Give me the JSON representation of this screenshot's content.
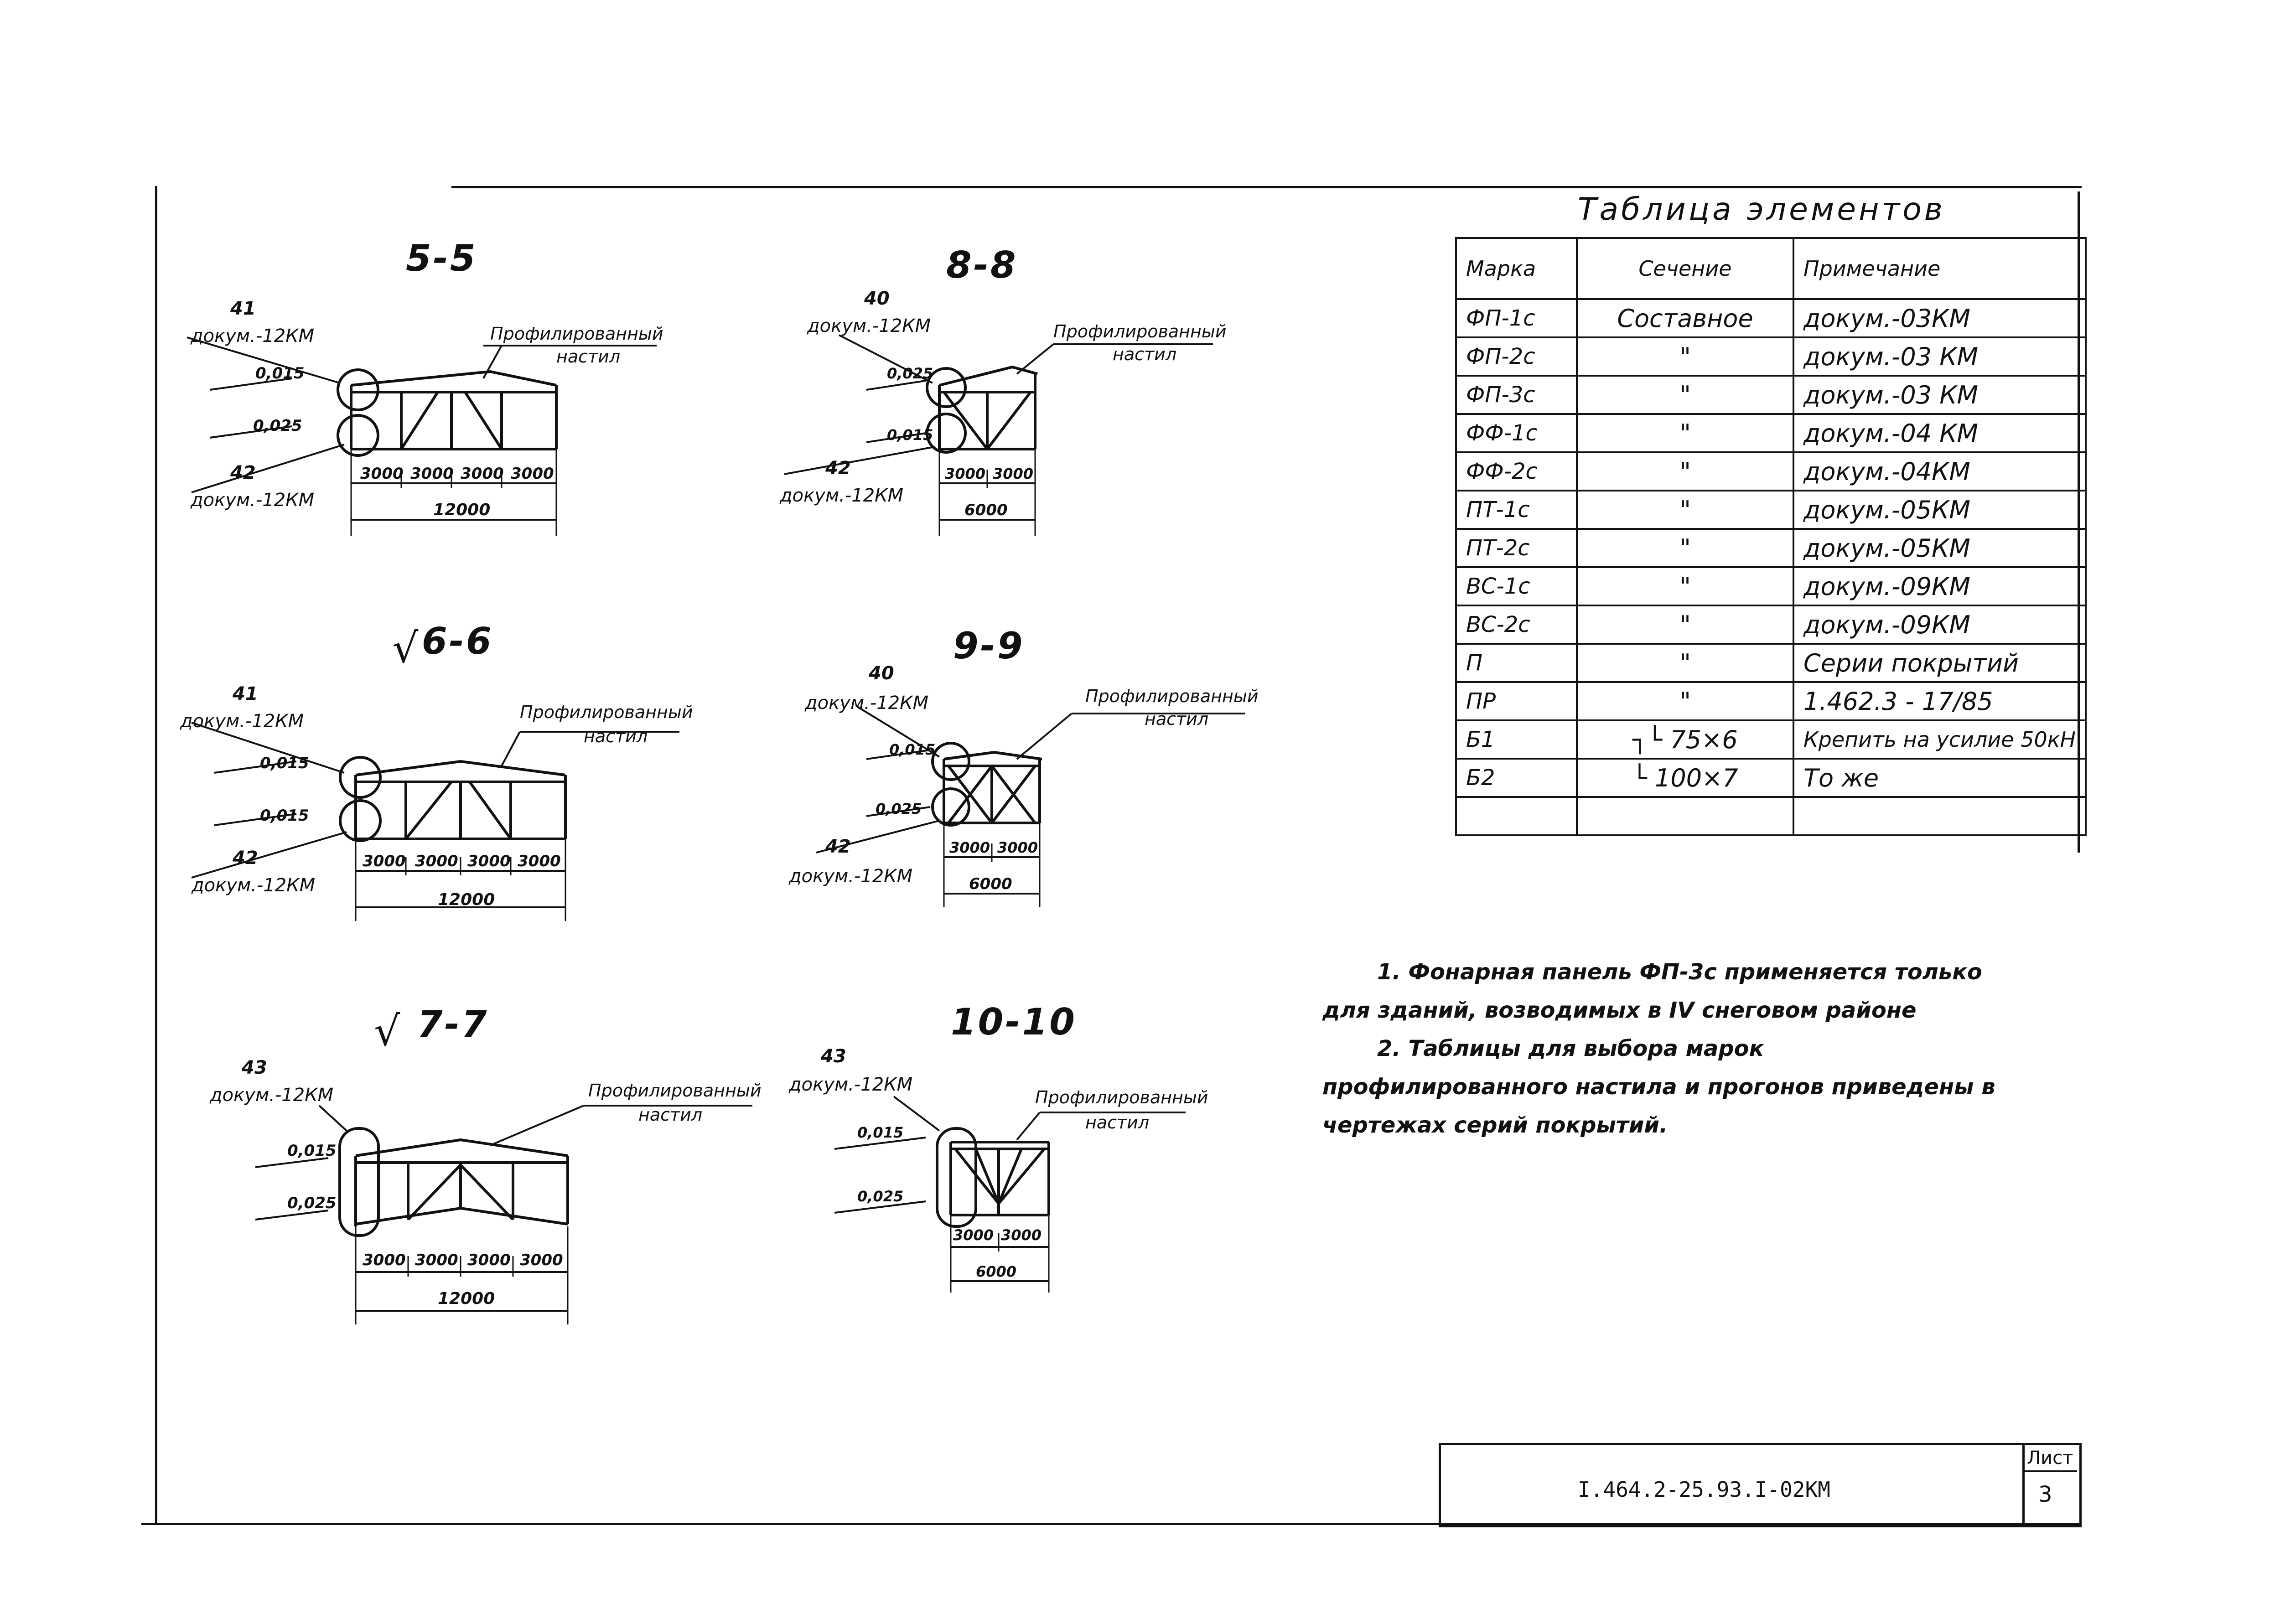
{
  "sections": [
    {
      "id": "5-5",
      "title": "5-5",
      "check": "",
      "callout_top": {
        "num": "41",
        "doc": "докум.-12КМ"
      },
      "callout_bottom": {
        "num": "42",
        "doc": "докум.-12КМ"
      },
      "deck_label": [
        "Профилированный",
        "настил"
      ],
      "level_top": "0,015",
      "level_bottom": "0,025",
      "dims": [
        "3000",
        "3000",
        "3000",
        "3000"
      ],
      "total": "12000"
    },
    {
      "id": "8-8",
      "title": "8-8",
      "check": "",
      "callout_top": {
        "num": "40",
        "doc": "докум.-12КМ"
      },
      "callout_bottom": {
        "num": "42",
        "doc": "докум.-12КМ"
      },
      "deck_label": [
        "Профилированный",
        "настил"
      ],
      "level_top": "0,025",
      "level_bottom": "0,015",
      "dims": [
        "3000",
        "3000"
      ],
      "total": "6000"
    },
    {
      "id": "6-6",
      "title": "6-6",
      "check": "√",
      "callout_top": {
        "num": "41",
        "doc": "докум.-12КМ"
      },
      "callout_bottom": {
        "num": "42",
        "doc": "докум.-12КМ"
      },
      "deck_label": [
        "Профилированный",
        "настил"
      ],
      "level_top": "0,015",
      "level_bottom": "0,015",
      "dims": [
        "3000",
        "3000",
        "3000",
        "3000"
      ],
      "total": "12000"
    },
    {
      "id": "9-9",
      "title": "9-9",
      "check": "",
      "callout_top": {
        "num": "40",
        "doc": "докум.-12КМ"
      },
      "callout_bottom": {
        "num": "42",
        "doc": "докум.-12КМ"
      },
      "deck_label": [
        "Профилированный",
        "настил"
      ],
      "level_top": "0,015",
      "level_bottom": "0,025",
      "dims": [
        "3000",
        "3000"
      ],
      "total": "6000"
    },
    {
      "id": "7-7",
      "title": "7-7",
      "check": "√",
      "callout_top": {
        "num": "43",
        "doc": "докум.-12КМ"
      },
      "callout_bottom": null,
      "deck_label": [
        "Профилированный",
        "настил"
      ],
      "level_top": "0,015",
      "level_bottom": "0,025",
      "dims": [
        "3000",
        "3000",
        "3000",
        "3000"
      ],
      "total": "12000"
    },
    {
      "id": "10-10",
      "title": "10-10",
      "check": "",
      "callout_top": {
        "num": "43",
        "doc": "докум.-12КМ"
      },
      "callout_bottom": null,
      "deck_label": [
        "Профилированный",
        "настил"
      ],
      "level_top": "0,015",
      "level_bottom": "0,025",
      "dims": [
        "3000",
        "3000"
      ],
      "total": "6000"
    }
  ],
  "table": {
    "title": "Таблица  элементов",
    "headers": [
      "Марка",
      "Сечение",
      "Примечание"
    ],
    "rows": [
      [
        "ФП-1с",
        "Составное",
        "докум.-03КМ"
      ],
      [
        "ФП-2с",
        "\"",
        "докум.-03 КМ"
      ],
      [
        "ФП-3с",
        "\"",
        "докум.-03 КМ"
      ],
      [
        "ФФ-1с",
        "\"",
        "докум.-04 КМ"
      ],
      [
        "ФФ-2с",
        "\"",
        "докум.-04КМ"
      ],
      [
        "ПТ-1с",
        "\"",
        "докум.-05КМ"
      ],
      [
        "ПТ-2с",
        "\"",
        "докум.-05КМ"
      ],
      [
        "ВС-1с",
        "\"",
        "докум.-09КМ"
      ],
      [
        "ВС-2с",
        "\"",
        "докум.-09КМ"
      ],
      [
        "П",
        "\"",
        "Серии покрытий"
      ],
      [
        "ПР",
        "\"",
        "1.462.3 - 17/85"
      ],
      [
        "Б1",
        "┐└ 75×6",
        "Крепить на усилие 50кН"
      ],
      [
        "Б2",
        "└ 100×7",
        "То же"
      ],
      [
        "",
        "",
        ""
      ]
    ]
  },
  "notes": [
    "1. Фонарная панель ФП-3с применяется только для зданий, возводимых в IV снеговом районе",
    "2. Таблицы для выбора марок профилированного настила и прогонов приведены в чертежах серий покрытий."
  ],
  "stamp": {
    "code": "I.464.2-25.93.I-02КМ",
    "sheet_label": "Лист",
    "sheet_number": "3"
  }
}
